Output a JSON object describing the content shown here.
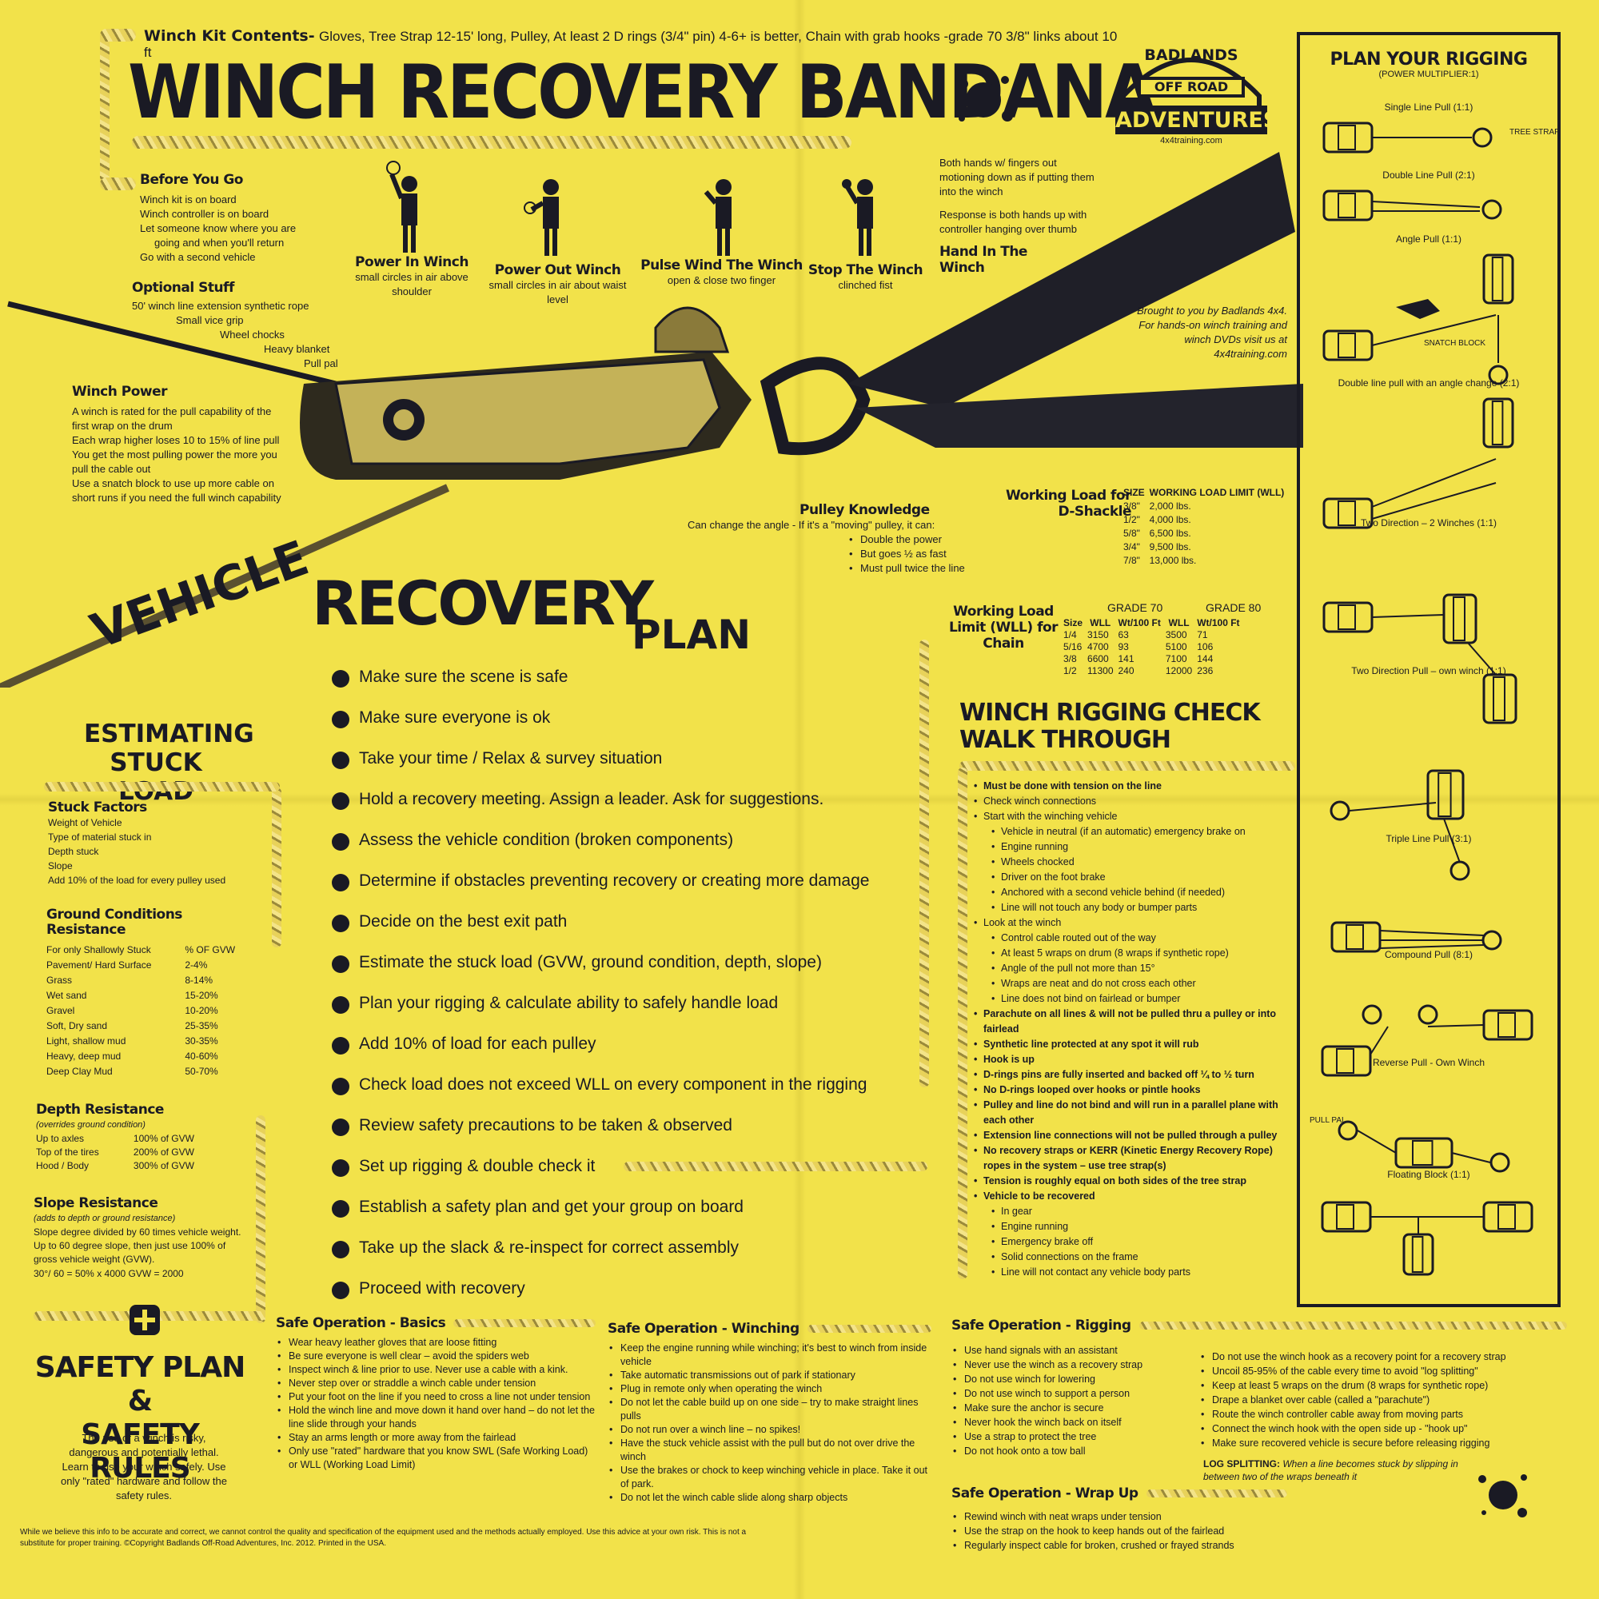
{
  "kit_contents": {
    "label": "Winch Kit Contents-",
    "text": "Gloves, Tree Strap 12-15' long, Pulley, At least 2 D rings (3/4\" pin) 4-6+ is better, Chain with grab hooks -grade 70 3/8\" links about 10 ft"
  },
  "title": "WINCH RECOVERY BANDANA",
  "logo": {
    "top": "BADLANDS",
    "middle": "OFF ROAD",
    "bottom": "ADVENTURES",
    "url": "4x4training.com"
  },
  "before_you_go": {
    "heading": "Before You Go",
    "items": [
      "Winch kit is on board",
      "Winch controller is on board",
      "Let someone know where you are",
      "going and when you'll return",
      "Go with a second vehicle"
    ]
  },
  "optional_stuff": {
    "heading": "Optional Stuff",
    "items": [
      "50' winch line extension synthetic rope",
      "Small vice grip",
      "Wheel chocks",
      "Heavy blanket",
      "Pull pal"
    ]
  },
  "signals": [
    {
      "title": "Power In Winch",
      "desc": "small circles in air above shoulder"
    },
    {
      "title": "Power Out Winch",
      "desc": "small circles in air about waist level"
    },
    {
      "title": "Pulse Wind The Winch",
      "desc": "open & close two finger"
    },
    {
      "title": "Stop The Winch",
      "desc": "clinched fist"
    },
    {
      "title": "Hand In The Winch",
      "desc": ""
    }
  ],
  "hand_in_notes": {
    "note1": "Both hands w/ fingers out motioning down as if putting them into the winch",
    "note2": "Response is both hands up with controller hanging over thumb"
  },
  "brought_to_you": "Brought to you by Badlands 4x4. For hands-on winch training and winch DVDs visit us at 4x4training.com",
  "winch_power": {
    "heading": "Winch Power",
    "items": [
      "A winch is rated for the pull capability of the first wrap on the drum",
      "Each wrap higher loses 10 to 15% of line pull",
      "You get the most pulling power the more you pull the cable out",
      "Use a snatch block to use up more cable on short runs if you need the full winch capability"
    ]
  },
  "pulley_knowledge": {
    "heading": "Pulley Knowledge",
    "intro": "Can change the angle - If it's a \"moving\" pulley, it can:",
    "items": [
      "Double the power",
      "But goes ½ as fast",
      "Must pull twice the line"
    ]
  },
  "dshackle": {
    "heading": "Working Load for D-Shackle",
    "col1": "SIZE",
    "col2": "WORKING LOAD LIMIT (WLL)",
    "rows": [
      [
        "3/8\"",
        "2,000 lbs."
      ],
      [
        "1/2\"",
        "4,000 lbs."
      ],
      [
        "5/8\"",
        "6,500 lbs."
      ],
      [
        "3/4\"",
        "9,500 lbs."
      ],
      [
        "7/8\"",
        "13,000 lbs."
      ]
    ]
  },
  "chain": {
    "heading": "Working Load Limit (WLL) for Chain",
    "grade70": "GRADE 70",
    "grade80": "GRADE 80",
    "cols": [
      "Size",
      "WLL",
      "Wt/100 Ft",
      "WLL",
      "Wt/100 Ft"
    ],
    "rows": [
      [
        "1/4",
        "3150",
        "63",
        "3500",
        "71"
      ],
      [
        "5/16",
        "4700",
        "93",
        "5100",
        "106"
      ],
      [
        "3/8",
        "6600",
        "141",
        "7100",
        "144"
      ],
      [
        "1/2",
        "11300",
        "240",
        "12000",
        "236"
      ]
    ]
  },
  "vrp": {
    "word1": "VEHICLE",
    "word2": "RECOVERY",
    "word3": "PLAN"
  },
  "plan_steps": [
    "Make sure the scene is safe",
    "Make sure everyone is ok",
    "Take your time / Relax & survey situation",
    "Hold a recovery meeting.  Assign a leader.  Ask for suggestions.",
    "Assess the vehicle condition (broken components)",
    "Determine if obstacles preventing recovery or creating more damage",
    "Decide on the best exit path",
    "Estimate the stuck load (GVW, ground condition, depth, slope)",
    "Plan your rigging & calculate ability to safely handle load",
    "Add 10% of load for each pulley",
    "Check load does not exceed WLL on every component in the rigging",
    "Review safety precautions to be taken & observed",
    "Set up rigging & double check it",
    "Establish a safety plan and get your group on board",
    "Take up the slack & re-inspect for correct assembly",
    "Proceed with recovery"
  ],
  "estimating": {
    "heading1": "ESTIMATING",
    "heading2": "STUCK LOAD",
    "stuck_factors_heading": "Stuck Factors",
    "stuck_factors": [
      "Weight of Vehicle",
      "Type of material stuck in",
      "Depth stuck",
      "Slope",
      "Add 10% of the load for every pulley used"
    ],
    "ground_heading1": "Ground Conditions",
    "ground_heading2": "Resistance",
    "ground_col1": "For only Shallowly Stuck",
    "ground_col2": "% OF GVW",
    "ground_rows": [
      [
        "Pavement/ Hard Surface",
        "2-4%"
      ],
      [
        "Grass",
        "8-14%"
      ],
      [
        "Wet sand",
        "15-20%"
      ],
      [
        "Gravel",
        "10-20%"
      ],
      [
        "Soft, Dry sand",
        "25-35%"
      ],
      [
        "Light, shallow mud",
        "30-35%"
      ],
      [
        "Heavy, deep mud",
        "40-60%"
      ],
      [
        "Deep Clay Mud",
        "50-70%"
      ]
    ],
    "depth_heading": "Depth Resistance",
    "depth_note": "(overrides ground condition)",
    "depth_rows": [
      [
        "Up to axles",
        "100% of GVW"
      ],
      [
        "Top of the tires",
        "200% of GVW"
      ],
      [
        "Hood / Body",
        "300% of GVW"
      ]
    ],
    "slope_heading": "Slope Resistance",
    "slope_note": "(adds to depth or ground resistance)",
    "slope_text": "Slope degree divided by 60 times vehicle weight. Up to 60 degree slope, then just use 100% of gross vehicle weight (GVW).",
    "slope_example": "30°/ 60 = 50% x 4000 GVW = 2000"
  },
  "rigging_check": {
    "heading1": "WINCH RIGGING CHECK",
    "heading2": "WALK THROUGH",
    "items": [
      {
        "t": "Must be done with tension on the line",
        "b": true,
        "lvl": 0
      },
      {
        "t": "Check winch connections",
        "b": false,
        "lvl": 0
      },
      {
        "t": "Start with the winching vehicle",
        "b": false,
        "lvl": 0
      },
      {
        "t": "Vehicle in neutral (if an automatic) emergency brake on",
        "b": false,
        "lvl": 1
      },
      {
        "t": "Engine running",
        "b": false,
        "lvl": 1
      },
      {
        "t": "Wheels chocked",
        "b": false,
        "lvl": 1
      },
      {
        "t": "Driver on the foot brake",
        "b": false,
        "lvl": 1
      },
      {
        "t": "Anchored with a second vehicle behind (if needed)",
        "b": false,
        "lvl": 1
      },
      {
        "t": "Line will not touch any body or bumper parts",
        "b": false,
        "lvl": 1
      },
      {
        "t": "Look at the winch",
        "b": false,
        "lvl": 0
      },
      {
        "t": "Control cable routed out of the way",
        "b": false,
        "lvl": 1
      },
      {
        "t": "At least 5 wraps on drum (8 wraps if synthetic rope)",
        "b": false,
        "lvl": 1
      },
      {
        "t": "Angle of the pull not more than 15°",
        "b": false,
        "lvl": 1
      },
      {
        "t": "Wraps are neat and do not cross each other",
        "b": false,
        "lvl": 1
      },
      {
        "t": "Line does not bind on fairlead or bumper",
        "b": false,
        "lvl": 1
      },
      {
        "t": "Parachute on all lines & will not be pulled thru a pulley or into fairlead",
        "b": true,
        "lvl": 0
      },
      {
        "t": "Synthetic line protected at any spot it will rub",
        "b": true,
        "lvl": 0
      },
      {
        "t": "Hook is up",
        "b": true,
        "lvl": 0
      },
      {
        "t": "D-rings pins are fully inserted and backed off ¼ to ½ turn",
        "b": true,
        "lvl": 0
      },
      {
        "t": "No D-rings looped over hooks or pintle hooks",
        "b": true,
        "lvl": 0
      },
      {
        "t": "Pulley and line do not bind and will run in a parallel plane with each other",
        "b": true,
        "lvl": 0
      },
      {
        "t": "Extension line connections will not be pulled through a pulley",
        "b": true,
        "lvl": 0
      },
      {
        "t": "No recovery straps or KERR (Kinetic Energy Recovery Rope) ropes in the system – use tree strap(s)",
        "b": true,
        "lvl": 0
      },
      {
        "t": "Tension is roughly equal on both sides of the tree strap",
        "b": true,
        "lvl": 0
      },
      {
        "t": "Vehicle to be recovered",
        "b": true,
        "lvl": 0
      },
      {
        "t": "In gear",
        "b": false,
        "lvl": 1
      },
      {
        "t": "Engine running",
        "b": false,
        "lvl": 1
      },
      {
        "t": "Emergency brake off",
        "b": false,
        "lvl": 1
      },
      {
        "t": "Solid connections on the frame",
        "b": false,
        "lvl": 1
      },
      {
        "t": "Line will not contact any vehicle body parts",
        "b": false,
        "lvl": 1
      }
    ]
  },
  "plan_rigging": {
    "heading": "PLAN YOUR RIGGING",
    "sub": "(POWER MULTIPLIER:1)",
    "tree_strap": "TREE STRAP",
    "snatch_block": "SNATCH BLOCK",
    "pull_pal": "PULL PAL",
    "items": [
      "Single Line Pull  (1:1)",
      "Double Line Pull  (2:1)",
      "Angle Pull  (1:1)",
      "Double line pull with an angle change (2:1)",
      "Two Direction – 2 Winches (1:1)",
      "Two Direction Pull – own winch (1:1)",
      "Triple Line Pull (3:1)",
      "Compound Pull (8:1)",
      "Reverse Pull - Own Winch",
      "Floating Block (1:1)"
    ]
  },
  "safety_plan": {
    "heading1": "SAFETY PLAN &",
    "heading2": "SAFETY RULES",
    "text": "The use of a winch is risky, dangerous and potentially lethal. Learn to use your winch safely. Use only \"rated\" hardware and follow the safety rules."
  },
  "safe_basics": {
    "heading": "Safe Operation - Basics",
    "items": [
      "Wear heavy leather gloves that are loose fitting",
      "Be sure everyone is well  clear – avoid the spiders web",
      "Inspect winch & line prior to use. Never use a cable with a kink.",
      "Never step over or straddle a winch cable under tension",
      "Put your foot on the line if you need to cross a line not under tension",
      "Hold the winch line and move down it hand over hand – do not let the line slide through your hands",
      "Stay an arms length or more away from the fairlead",
      "Only use \"rated\" hardware that you know SWL (Safe Working Load) or WLL (Working Load Limit)"
    ]
  },
  "safe_winching": {
    "heading": "Safe Operation - Winching",
    "items": [
      "Keep the engine running while winching; it's best to winch from inside vehicle",
      "Take automatic transmissions out of park if stationary",
      "Plug in remote only when operating the winch",
      "Do not let the cable build up on one side – try to make straight lines pulls",
      "Do not run over a winch line – no spikes!",
      "Have the stuck vehicle assist with the pull but do not over drive the winch",
      "Use the brakes or chock to keep winching vehicle in place. Take it out of park.",
      "Do not let the winch cable slide along sharp objects"
    ]
  },
  "safe_rigging": {
    "heading": "Safe Operation - Rigging",
    "items_left": [
      "Use hand signals with an assistant",
      "Never use the winch as a recovery strap",
      "Do not use winch for lowering",
      "Do not use winch to support a person",
      "Make sure the anchor is secure",
      "Never hook the winch back on itself",
      "Use a strap to protect the tree",
      "Do not hook onto a tow ball"
    ],
    "items_right": [
      "Do not use the winch hook as a recovery point for a recovery strap",
      "Uncoil 85-95% of the cable every time to avoid \"log splitting\"",
      "Keep at least 5 wraps on the drum (8 wraps for synthetic rope)",
      "Drape a blanket over cable (called a \"parachute\")",
      "Route the winch controller cable away from moving parts",
      "Connect the winch hook with the open side up - \"hook up\"",
      "Make sure recovered vehicle is secure before releasing rigging"
    ],
    "log_label": "LOG SPLITTING:",
    "log_text": "When a line becomes stuck by slipping in between two of the wraps beneath it"
  },
  "safe_wrapup": {
    "heading": "Safe Operation - Wrap Up",
    "items": [
      "Rewind winch with neat wraps under tension",
      "Use the strap on the hook to keep hands out of the fairlead",
      "Regularly inspect cable for broken, crushed or frayed strands"
    ]
  },
  "disclaimer": "While we believe this info to be accurate and correct, we cannot control the quality and specification of the equipment used and the methods actually employed. Use this advice at your own risk. This is not a substitute for proper training. ©Copyright Badlands Off-Road Adventures, Inc. 2012. Printed in the USA.",
  "colors": {
    "background": "#f2e24a",
    "ink": "#1a1a24"
  }
}
